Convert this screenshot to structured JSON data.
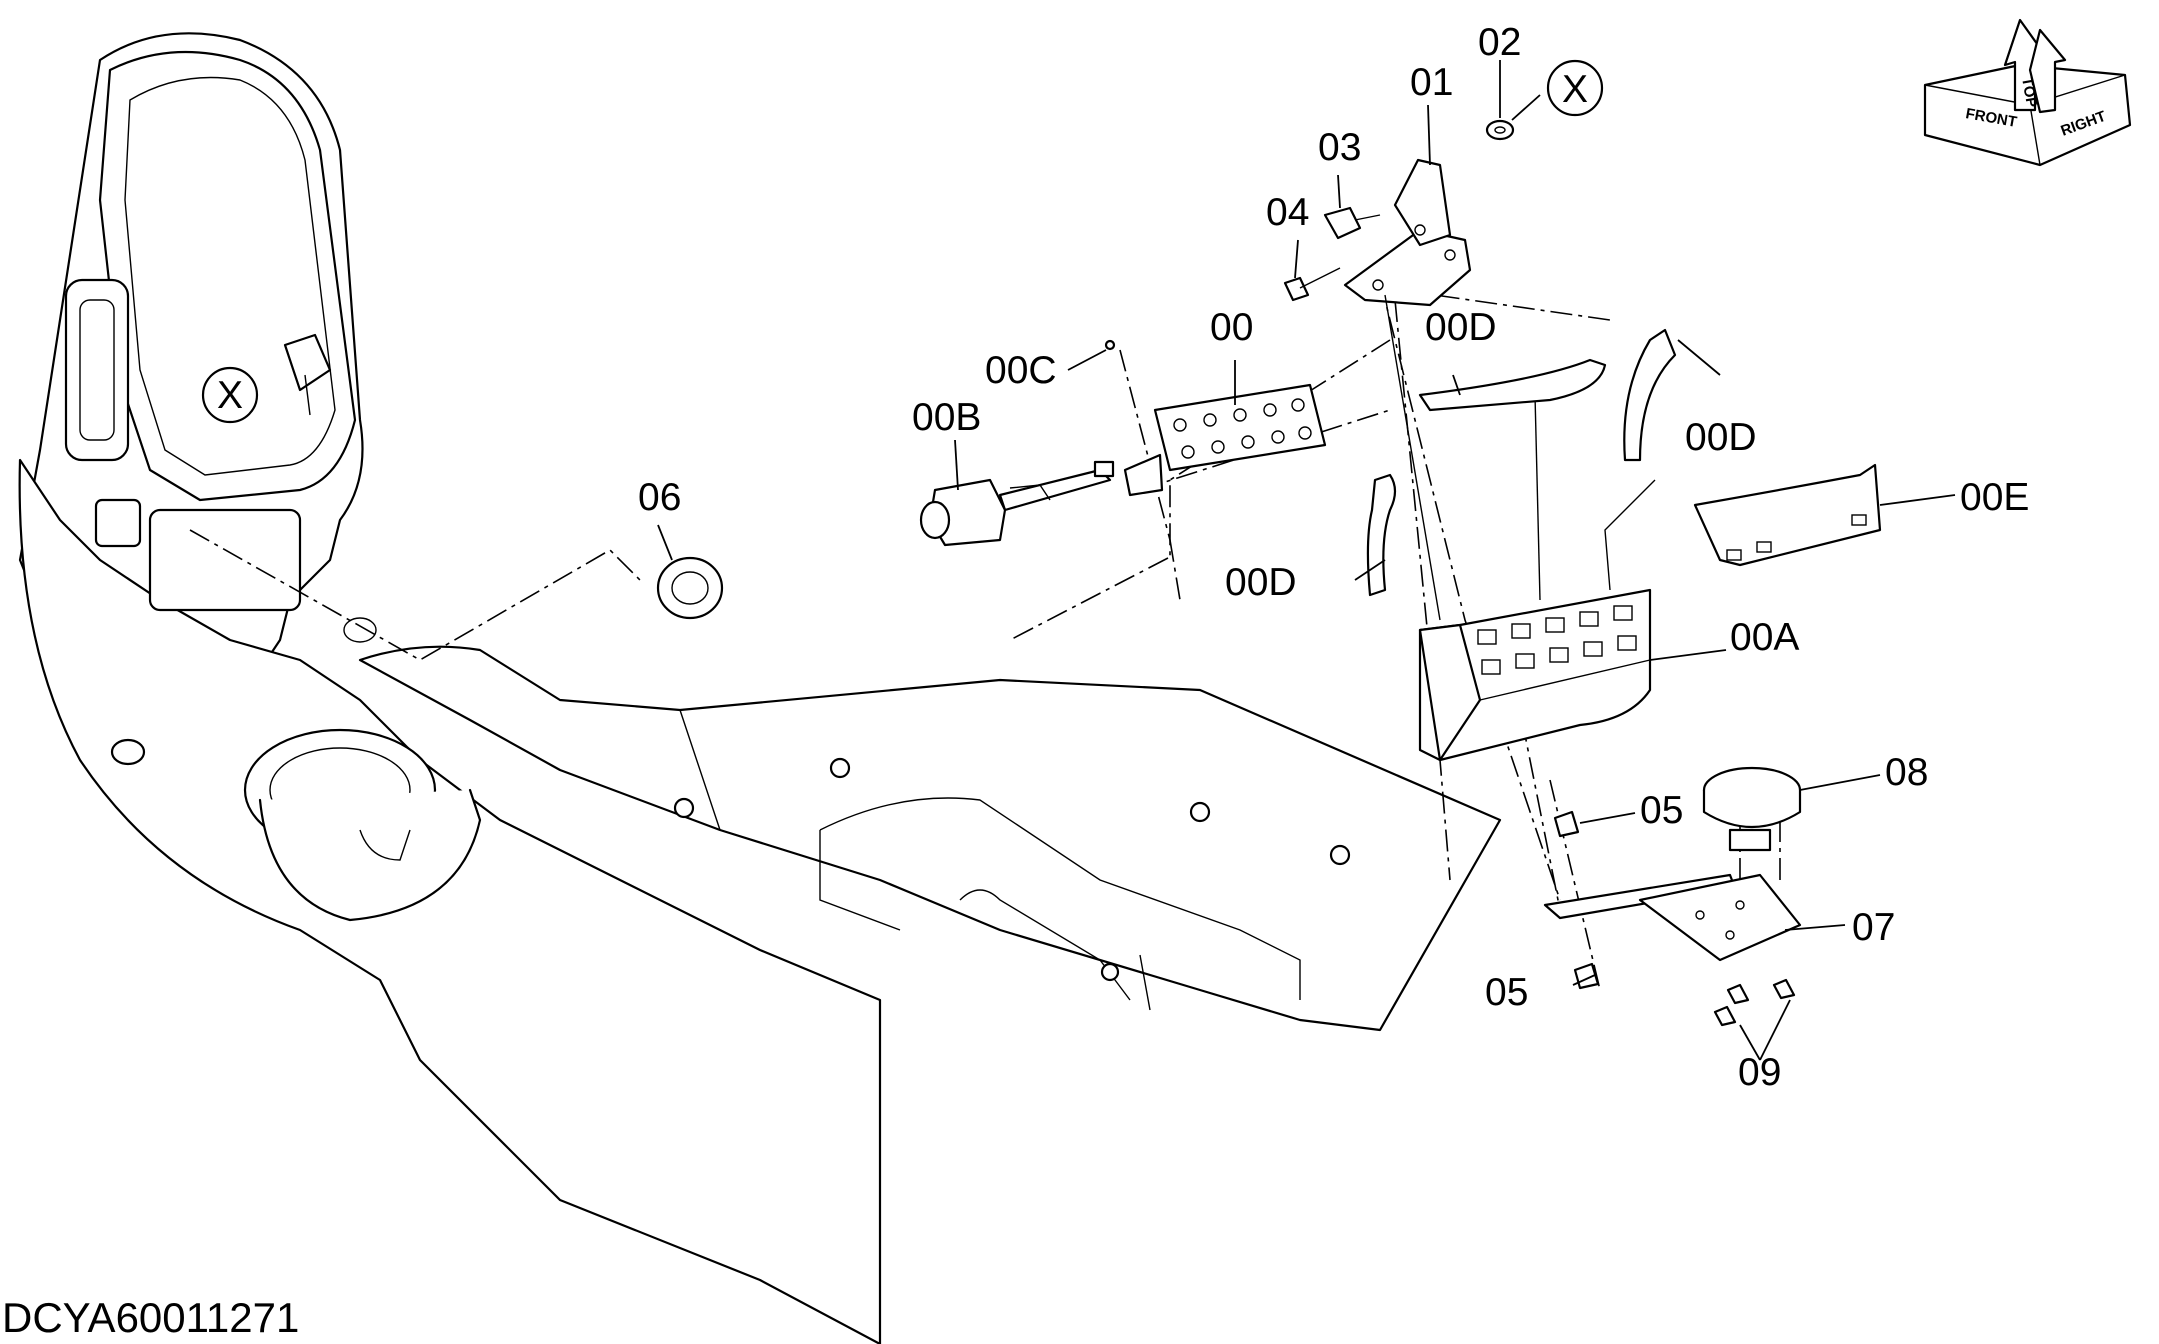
{
  "diagram": {
    "drawing_code": "DCYA60011271",
    "labels": {
      "p00": "00",
      "p00A": "00A",
      "p00B": "00B",
      "p00C": "00C",
      "p00D_top": "00D",
      "p00D_right": "00D",
      "p00D_left": "00D",
      "p00E": "00E",
      "p01": "01",
      "p02": "02",
      "p03": "03",
      "p04": "04",
      "p05_upper": "05",
      "p05_lower": "05",
      "p06": "06",
      "p07": "07",
      "p08": "08",
      "p09": "09"
    },
    "reference_marks": {
      "top": "X",
      "console": "X"
    },
    "orientation_cube": {
      "top": "TOP",
      "front": "FRONT",
      "right": "RIGHT"
    }
  }
}
